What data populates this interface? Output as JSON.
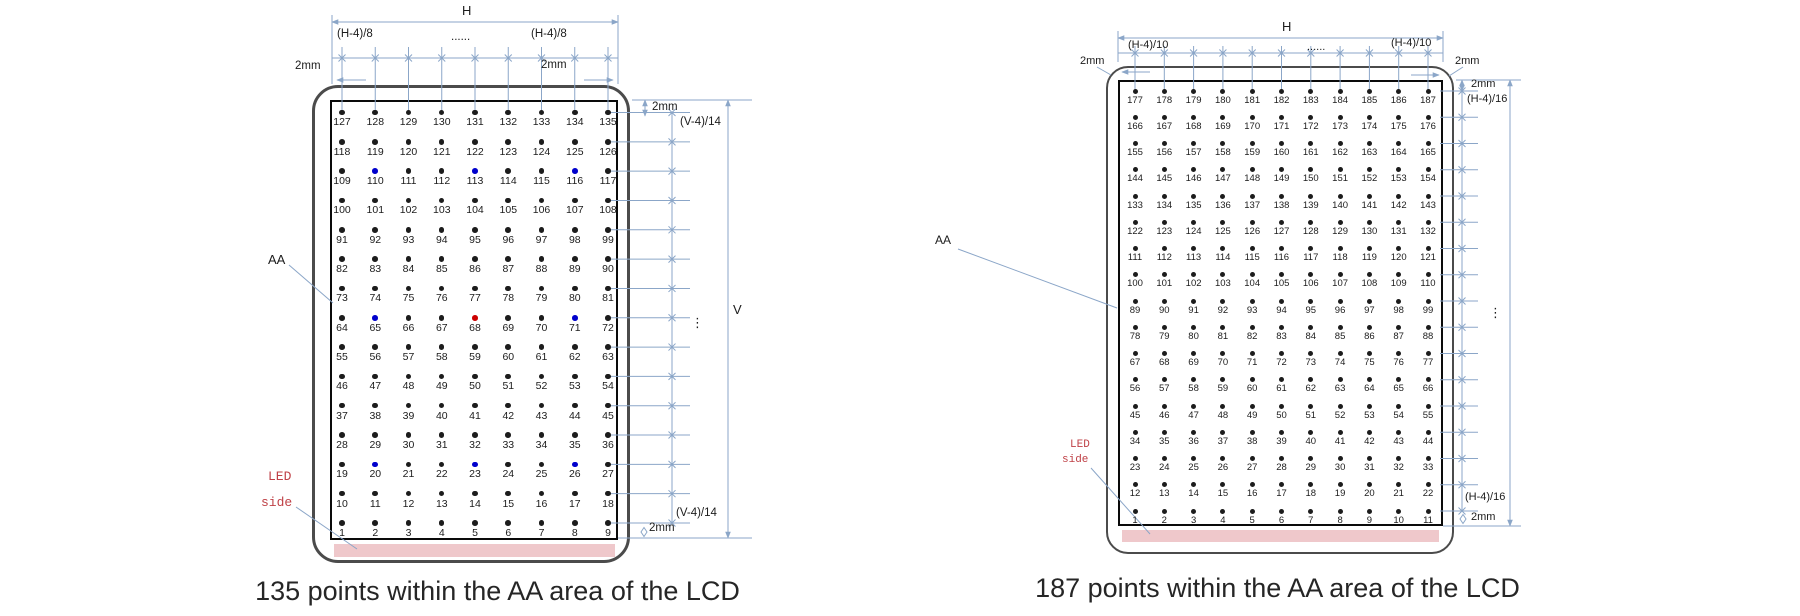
{
  "left_diagram": {
    "caption": "135 points within the AA area of the LCD",
    "grid": {
      "rows": 15,
      "cols": 9,
      "total_points": 135,
      "numbering": "row-major from bottom-left (1) to top-right (135)",
      "blue_points": [
        20,
        23,
        26,
        65,
        71,
        110,
        113,
        116
      ],
      "red_points": [
        68
      ]
    },
    "labels": {
      "h": "H",
      "v": "V",
      "h_segment": "(H-4)/8",
      "v_segment": "(V-4)/14",
      "h_ellipsis": "......",
      "v_ellipsis": "⋮",
      "margin": "2mm",
      "aa": "AA",
      "led_side_1": "LED",
      "led_side_2": "side"
    }
  },
  "right_diagram": {
    "caption": "187 points within the AA area of the LCD",
    "grid": {
      "rows": 17,
      "cols": 11,
      "total_points": 187,
      "numbering": "row-major from bottom-left (1) to top-right (187)",
      "blue_points": [],
      "red_points": []
    },
    "labels": {
      "h": "H",
      "h_segment": "(H-4)/10",
      "v_segment": "(H-4)/16",
      "h_ellipsis": "......",
      "v_ellipsis": "⋮",
      "margin": "2mm",
      "aa": "AA",
      "led_side_1": "LED",
      "led_side_2": "side"
    }
  },
  "colors": {
    "dimension_line": "#8ba6c8",
    "dot": "#1c1c1c",
    "dot_blue": "#0000cc",
    "dot_red": "#cc0000",
    "led_strip": "#efc8cb",
    "led_text": "#bf4046",
    "panel_border": "#4b4b4b",
    "aa_border": "#0a0a0a",
    "label_text": "#1c1c1c"
  }
}
